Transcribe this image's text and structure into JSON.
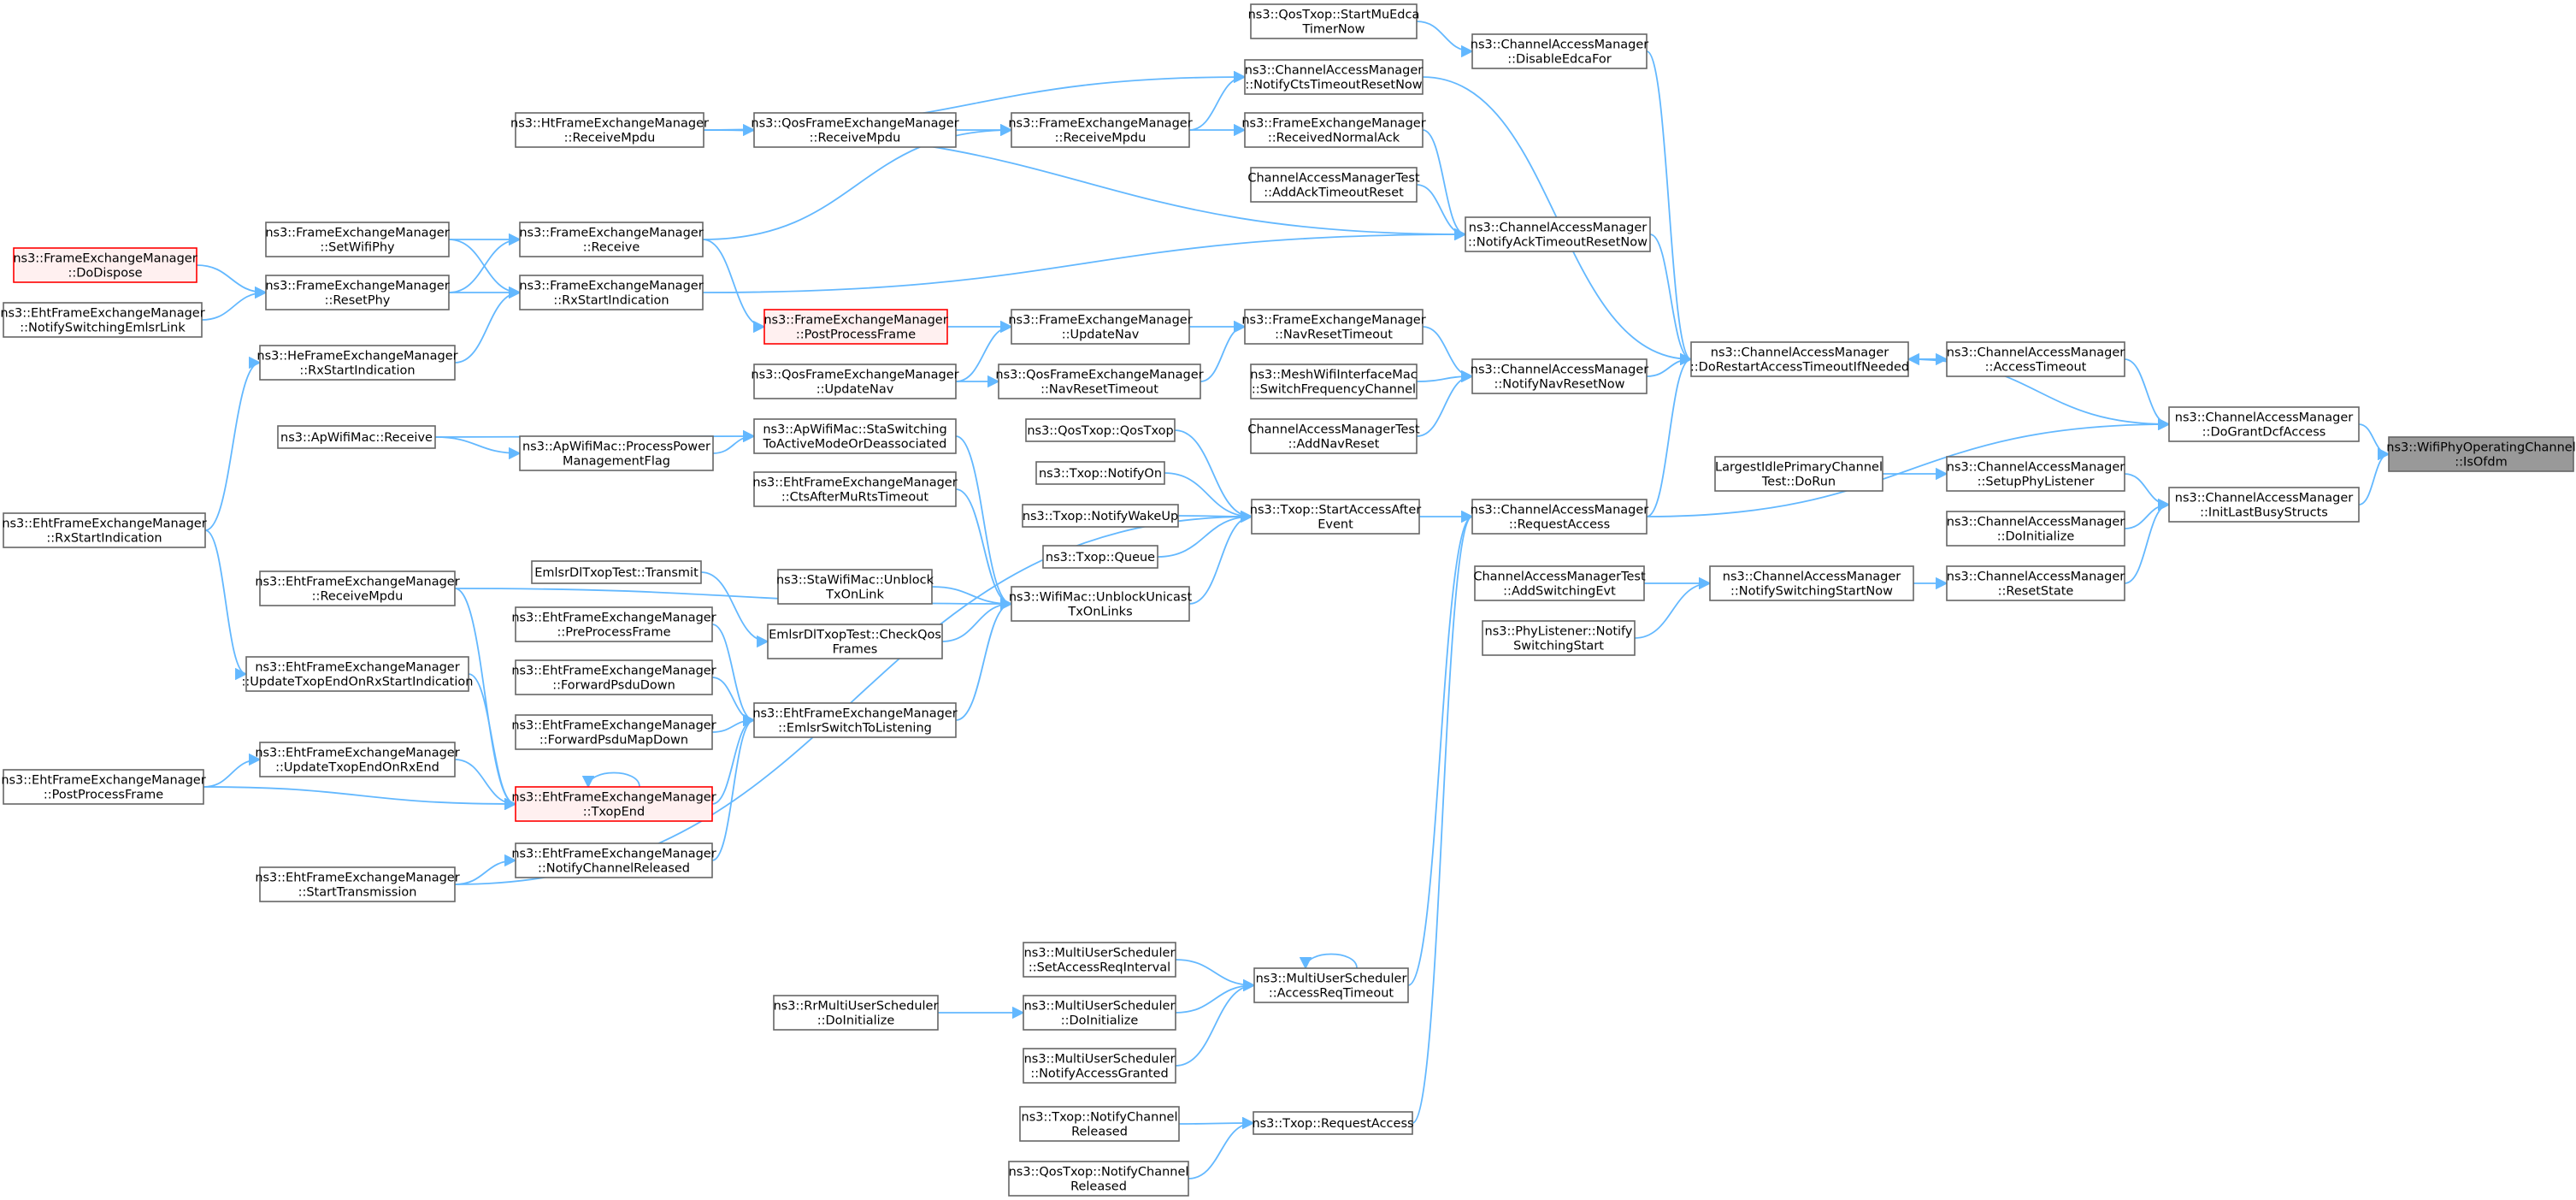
{
  "title": "",
  "nodes": [
    {
      "id": "isofdm",
      "lines": [
        "ns3::WifiPhyOperatingChannel",
        "::IsOfdm"
      ],
      "style": "root"
    },
    {
      "id": "dogrant",
      "lines": [
        "ns3::ChannelAccessManager",
        "::DoGrantDcfAccess"
      ],
      "style": "normal"
    },
    {
      "id": "initlast",
      "lines": [
        "ns3::ChannelAccessManager",
        "::InitLastBusyStructs"
      ],
      "style": "normal"
    },
    {
      "id": "accesstimeout",
      "lines": [
        "ns3::ChannelAccessManager",
        "::AccessTimeout"
      ],
      "style": "normal"
    },
    {
      "id": "dorestart",
      "lines": [
        "ns3::ChannelAccessManager",
        "::DoRestartAccessTimeoutIfNeeded"
      ],
      "style": "normal"
    },
    {
      "id": "setupphy",
      "lines": [
        "ns3::ChannelAccessManager",
        "::SetupPhyListener"
      ],
      "style": "normal"
    },
    {
      "id": "doinit_cam",
      "lines": [
        "ns3::ChannelAccessManager",
        "::DoInitialize"
      ],
      "style": "normal"
    },
    {
      "id": "resetstate",
      "lines": [
        "ns3::ChannelAccessManager",
        "::ResetState"
      ],
      "style": "normal"
    },
    {
      "id": "largestidle",
      "lines": [
        "LargestIdlePrimaryChannel",
        "Test::DoRun"
      ],
      "style": "normal"
    },
    {
      "id": "notifyswitch",
      "lines": [
        "ns3::ChannelAccessManager",
        "::NotifySwitchingStartNow"
      ],
      "style": "normal"
    },
    {
      "id": "camtest_switch",
      "lines": [
        "ChannelAccessManagerTest",
        "::AddSwitchingEvt"
      ],
      "style": "normal"
    },
    {
      "id": "phylistener",
      "lines": [
        "ns3::PhyListener::Notify",
        "SwitchingStart"
      ],
      "style": "normal"
    },
    {
      "id": "disableedca",
      "lines": [
        "ns3::ChannelAccessManager",
        "::DisableEdcaFor"
      ],
      "style": "normal"
    },
    {
      "id": "notifyackreset",
      "lines": [
        "ns3::ChannelAccessManager",
        "::NotifyAckTimeoutResetNow"
      ],
      "style": "normal"
    },
    {
      "id": "notifynavreset",
      "lines": [
        "ns3::ChannelAccessManager",
        "::NotifyNavResetNow"
      ],
      "style": "normal"
    },
    {
      "id": "requestaccess_cam",
      "lines": [
        "ns3::ChannelAccessManager",
        "::RequestAccess"
      ],
      "style": "normal"
    },
    {
      "id": "startmuedca",
      "lines": [
        "ns3::QosTxop::StartMuEdca",
        "TimerNow"
      ],
      "style": "normal"
    },
    {
      "id": "notifyctsreset",
      "lines": [
        "ns3::ChannelAccessManager",
        "::NotifyCtsTimeoutResetNow"
      ],
      "style": "normal"
    },
    {
      "id": "recvnormalack",
      "lines": [
        "ns3::FrameExchangeManager",
        "::ReceivedNormalAck"
      ],
      "style": "normal"
    },
    {
      "id": "camtest_ack",
      "lines": [
        "ChannelAccessManagerTest",
        "::AddAckTimeoutReset"
      ],
      "style": "normal"
    },
    {
      "id": "navresettimeout",
      "lines": [
        "ns3::FrameExchangeManager",
        "::NavResetTimeout"
      ],
      "style": "normal"
    },
    {
      "id": "meshswitch",
      "lines": [
        "ns3::MeshWifiInterfaceMac",
        "::SwitchFrequencyChannel"
      ],
      "style": "normal"
    },
    {
      "id": "camtest_nav",
      "lines": [
        "ChannelAccessManagerTest",
        "::AddNavReset"
      ],
      "style": "normal"
    },
    {
      "id": "startaccessafter",
      "lines": [
        "ns3::Txop::StartAccessAfter",
        "Event"
      ],
      "style": "normal"
    },
    {
      "id": "muaccessreq",
      "lines": [
        "ns3::MultiUserScheduler",
        "::AccessReqTimeout"
      ],
      "style": "normal"
    },
    {
      "id": "txop_requestaccess",
      "lines": [
        "ns3::Txop::RequestAccess"
      ],
      "style": "normal"
    },
    {
      "id": "fem_recvmpdu",
      "lines": [
        "ns3::FrameExchangeManager",
        "::ReceiveMpdu"
      ],
      "style": "normal"
    },
    {
      "id": "fem_updatenav",
      "lines": [
        "ns3::FrameExchangeManager",
        "::UpdateNav"
      ],
      "style": "normal"
    },
    {
      "id": "qfem_navreset",
      "lines": [
        "ns3::QosFrameExchangeManager",
        "::NavResetTimeout"
      ],
      "style": "normal"
    },
    {
      "id": "qosqostxop",
      "lines": [
        "ns3::QosTxop::QosTxop"
      ],
      "style": "normal"
    },
    {
      "id": "txopnotifyon",
      "lines": [
        "ns3::Txop::NotifyOn"
      ],
      "style": "normal"
    },
    {
      "id": "txopwakeup",
      "lines": [
        "ns3::Txop::NotifyWakeUp"
      ],
      "style": "normal"
    },
    {
      "id": "txopqueue",
      "lines": [
        "ns3::Txop::Queue"
      ],
      "style": "normal"
    },
    {
      "id": "unblock",
      "lines": [
        "ns3::WifiMac::UnblockUnicast",
        "TxOnLinks"
      ],
      "style": "normal"
    },
    {
      "id": "mus_setaccess",
      "lines": [
        "ns3::MultiUserScheduler",
        "::SetAccessReqInterval"
      ],
      "style": "normal"
    },
    {
      "id": "mus_doinit",
      "lines": [
        "ns3::MultiUserScheduler",
        "::DoInitialize"
      ],
      "style": "normal"
    },
    {
      "id": "mus_notifygranted",
      "lines": [
        "ns3::MultiUserScheduler",
        "::NotifyAccessGranted"
      ],
      "style": "normal"
    },
    {
      "id": "txop_notifyreleased",
      "lines": [
        "ns3::Txop::NotifyChannel",
        "Released"
      ],
      "style": "normal"
    },
    {
      "id": "qostxop_notifyreleased",
      "lines": [
        "ns3::QosTxop::NotifyChannel",
        "Released"
      ],
      "style": "normal"
    },
    {
      "id": "rrmus_doinit",
      "lines": [
        "ns3::RrMultiUserScheduler",
        "::DoInitialize"
      ],
      "style": "normal"
    },
    {
      "id": "ht_recvmpdu",
      "lines": [
        "ns3::HtFrameExchangeManager",
        "::ReceiveMpdu"
      ],
      "style": "normal"
    },
    {
      "id": "qfem_recvmpdu",
      "lines": [
        "ns3::QosFrameExchangeManager",
        "::ReceiveMpdu"
      ],
      "style": "normal"
    },
    {
      "id": "fem_receive",
      "lines": [
        "ns3::FrameExchangeManager",
        "::Receive"
      ],
      "style": "normal"
    },
    {
      "id": "fem_rxstart",
      "lines": [
        "ns3::FrameExchangeManager",
        "::RxStartIndication"
      ],
      "style": "normal"
    },
    {
      "id": "fem_postprocess",
      "lines": [
        "ns3::FrameExchangeManager",
        "::PostProcessFrame"
      ],
      "style": "red"
    },
    {
      "id": "qfem_updatenav",
      "lines": [
        "ns3::QosFrameExchangeManager",
        "::UpdateNav"
      ],
      "style": "normal"
    },
    {
      "id": "apmac_sta",
      "lines": [
        "ns3::ApWifiMac::StaSwitching",
        "ToActiveModeOrDeassociated"
      ],
      "style": "normal"
    },
    {
      "id": "eht_ctsafter",
      "lines": [
        "ns3::EhtFrameExchangeManager",
        "::CtsAfterMuRtsTimeout"
      ],
      "style": "normal"
    },
    {
      "id": "sta_unblock",
      "lines": [
        "ns3::StaWifiMac::Unblock",
        "TxOnLink"
      ],
      "style": "normal"
    },
    {
      "id": "emlsr_checkqos",
      "lines": [
        "EmlsrDlTxopTest::CheckQos",
        "Frames"
      ],
      "style": "normal"
    },
    {
      "id": "eht_switchlisten",
      "lines": [
        "ns3::EhtFrameExchangeManager",
        "::EmlsrSwitchToListening"
      ],
      "style": "normal"
    },
    {
      "id": "fem_setwifiphy",
      "lines": [
        "ns3::FrameExchangeManager",
        "::SetWifiPhy"
      ],
      "style": "normal"
    },
    {
      "id": "fem_resetphy",
      "lines": [
        "ns3::FrameExchangeManager",
        "::ResetPhy"
      ],
      "style": "normal"
    },
    {
      "id": "he_rxstart",
      "lines": [
        "ns3::HeFrameExchangeManager",
        "::RxStartIndication"
      ],
      "style": "normal"
    },
    {
      "id": "apmac_receive",
      "lines": [
        "ns3::ApWifiMac::Receive"
      ],
      "style": "normal"
    },
    {
      "id": "apmac_power",
      "lines": [
        "ns3::ApWifiMac::ProcessPower",
        "ManagementFlag"
      ],
      "style": "normal"
    },
    {
      "id": "emlsr_transmit",
      "lines": [
        "EmlsrDlTxopTest::Transmit"
      ],
      "style": "normal"
    },
    {
      "id": "eht_preprocess",
      "lines": [
        "ns3::EhtFrameExchangeManager",
        "::PreProcessFrame"
      ],
      "style": "normal"
    },
    {
      "id": "eht_fwdpsdu",
      "lines": [
        "ns3::EhtFrameExchangeManager",
        "::ForwardPsduDown"
      ],
      "style": "normal"
    },
    {
      "id": "eht_fwdpsdumap",
      "lines": [
        "ns3::EhtFrameExchangeManager",
        "::ForwardPsduMapDown"
      ],
      "style": "normal"
    },
    {
      "id": "eht_txopend",
      "lines": [
        "ns3::EhtFrameExchangeManager",
        "::TxopEnd"
      ],
      "style": "red"
    },
    {
      "id": "eht_notifyreleased",
      "lines": [
        "ns3::EhtFrameExchangeManager",
        "::NotifyChannelReleased"
      ],
      "style": "normal"
    },
    {
      "id": "eht_recvmpdu",
      "lines": [
        "ns3::EhtFrameExchangeManager",
        "::ReceiveMpdu"
      ],
      "style": "normal"
    },
    {
      "id": "eht_updaterxstart",
      "lines": [
        "ns3::EhtFrameExchangeManager",
        "::UpdateTxopEndOnRxStartIndication"
      ],
      "style": "normal"
    },
    {
      "id": "eht_updaterxend",
      "lines": [
        "ns3::EhtFrameExchangeManager",
        "::UpdateTxopEndOnRxEnd"
      ],
      "style": "normal"
    },
    {
      "id": "eht_starttx",
      "lines": [
        "ns3::EhtFrameExchangeManager",
        "::StartTransmission"
      ],
      "style": "normal"
    },
    {
      "id": "fem_dodispose",
      "lines": [
        "ns3::FrameExchangeManager",
        "::DoDispose"
      ],
      "style": "red"
    },
    {
      "id": "eht_notifyemlsr",
      "lines": [
        "ns3::EhtFrameExchangeManager",
        "::NotifySwitchingEmlsrLink"
      ],
      "style": "normal"
    },
    {
      "id": "eht_rxstart",
      "lines": [
        "ns3::EhtFrameExchangeManager",
        "::RxStartIndication"
      ],
      "style": "normal"
    },
    {
      "id": "eht_postprocess",
      "lines": [
        "ns3::EhtFrameExchangeManager",
        "::PostProcessFrame"
      ],
      "style": "normal"
    }
  ],
  "edges": [
    {
      "from": "dogrant",
      "to": "isofdm"
    },
    {
      "from": "initlast",
      "to": "isofdm"
    },
    {
      "from": "accesstimeout",
      "to": "dogrant"
    },
    {
      "from": "dorestart",
      "to": "dogrant"
    },
    {
      "from": "requestaccess_cam",
      "to": "dogrant"
    },
    {
      "from": "setupphy",
      "to": "initlast"
    },
    {
      "from": "doinit_cam",
      "to": "initlast"
    },
    {
      "from": "resetstate",
      "to": "initlast"
    },
    {
      "from": "dorestart",
      "to": "accesstimeout"
    },
    {
      "from": "accesstimeout",
      "to": "dorestart"
    },
    {
      "from": "disableedca",
      "to": "dorestart"
    },
    {
      "from": "notifyctsreset",
      "to": "dorestart"
    },
    {
      "from": "notifyackreset",
      "to": "dorestart"
    },
    {
      "from": "notifynavreset",
      "to": "dorestart"
    },
    {
      "from": "requestaccess_cam",
      "to": "dorestart"
    },
    {
      "from": "largestidle",
      "to": "setupphy"
    },
    {
      "from": "notifyswitch",
      "to": "resetstate"
    },
    {
      "from": "camtest_switch",
      "to": "notifyswitch"
    },
    {
      "from": "phylistener",
      "to": "notifyswitch"
    },
    {
      "from": "startmuedca",
      "to": "disableedca"
    },
    {
      "from": "recvnormalack",
      "to": "notifyackreset"
    },
    {
      "from": "camtest_ack",
      "to": "notifyackreset"
    },
    {
      "from": "ht_recvmpdu",
      "to": "notifyackreset"
    },
    {
      "from": "fem_rxstart",
      "to": "notifyackreset"
    },
    {
      "from": "navresettimeout",
      "to": "notifynavreset"
    },
    {
      "from": "meshswitch",
      "to": "notifynavreset"
    },
    {
      "from": "camtest_nav",
      "to": "notifynavreset"
    },
    {
      "from": "startaccessafter",
      "to": "requestaccess_cam"
    },
    {
      "from": "muaccessreq",
      "to": "requestaccess_cam"
    },
    {
      "from": "txop_requestaccess",
      "to": "requestaccess_cam"
    },
    {
      "from": "fem_recvmpdu",
      "to": "notifyctsreset"
    },
    {
      "from": "ht_recvmpdu",
      "to": "notifyctsreset"
    },
    {
      "from": "fem_recvmpdu",
      "to": "recvnormalack"
    },
    {
      "from": "fem_updatenav",
      "to": "navresettimeout"
    },
    {
      "from": "qfem_navreset",
      "to": "navresettimeout"
    },
    {
      "from": "qosqostxop",
      "to": "startaccessafter"
    },
    {
      "from": "txopnotifyon",
      "to": "startaccessafter"
    },
    {
      "from": "txopwakeup",
      "to": "startaccessafter"
    },
    {
      "from": "txopqueue",
      "to": "startaccessafter"
    },
    {
      "from": "unblock",
      "to": "startaccessafter"
    },
    {
      "from": "eht_starttx",
      "to": "startaccessafter"
    },
    {
      "from": "muaccessreq",
      "to": "muaccessreq"
    },
    {
      "from": "mus_setaccess",
      "to": "muaccessreq"
    },
    {
      "from": "mus_doinit",
      "to": "muaccessreq"
    },
    {
      "from": "mus_notifygranted",
      "to": "muaccessreq"
    },
    {
      "from": "txop_notifyreleased",
      "to": "txop_requestaccess"
    },
    {
      "from": "qostxop_notifyreleased",
      "to": "txop_requestaccess"
    },
    {
      "from": "rrmus_doinit",
      "to": "mus_doinit"
    },
    {
      "from": "qfem_recvmpdu",
      "to": "fem_recvmpdu"
    },
    {
      "from": "fem_receive",
      "to": "fem_recvmpdu"
    },
    {
      "from": "ht_recvmpdu",
      "to": "qfem_recvmpdu"
    },
    {
      "from": "fem_postprocess",
      "to": "fem_updatenav"
    },
    {
      "from": "qfem_updatenav",
      "to": "fem_updatenav"
    },
    {
      "from": "qfem_updatenav",
      "to": "qfem_navreset"
    },
    {
      "from": "fem_receive",
      "to": "fem_postprocess"
    },
    {
      "from": "fem_setwifiphy",
      "to": "fem_receive"
    },
    {
      "from": "fem_resetphy",
      "to": "fem_receive"
    },
    {
      "from": "fem_setwifiphy",
      "to": "fem_rxstart"
    },
    {
      "from": "fem_resetphy",
      "to": "fem_rxstart"
    },
    {
      "from": "he_rxstart",
      "to": "fem_rxstart"
    },
    {
      "from": "fem_dodispose",
      "to": "fem_resetphy"
    },
    {
      "from": "eht_notifyemlsr",
      "to": "fem_resetphy"
    },
    {
      "from": "eht_rxstart",
      "to": "he_rxstart"
    },
    {
      "from": "apmac_sta",
      "to": "unblock"
    },
    {
      "from": "eht_ctsafter",
      "to": "unblock"
    },
    {
      "from": "sta_unblock",
      "to": "unblock"
    },
    {
      "from": "emlsr_checkqos",
      "to": "unblock"
    },
    {
      "from": "eht_switchlisten",
      "to": "unblock"
    },
    {
      "from": "eht_recvmpdu",
      "to": "unblock"
    },
    {
      "from": "apmac_receive",
      "to": "apmac_sta"
    },
    {
      "from": "apmac_receive",
      "to": "apmac_power"
    },
    {
      "from": "apmac_power",
      "to": "apmac_sta"
    },
    {
      "from": "emlsr_transmit",
      "to": "emlsr_checkqos"
    },
    {
      "from": "eht_preprocess",
      "to": "eht_switchlisten"
    },
    {
      "from": "eht_fwdpsdu",
      "to": "eht_switchlisten"
    },
    {
      "from": "eht_fwdpsdumap",
      "to": "eht_switchlisten"
    },
    {
      "from": "eht_txopend",
      "to": "eht_switchlisten"
    },
    {
      "from": "eht_notifyreleased",
      "to": "eht_switchlisten"
    },
    {
      "from": "eht_txopend",
      "to": "eht_txopend"
    },
    {
      "from": "eht_recvmpdu",
      "to": "eht_txopend"
    },
    {
      "from": "eht_updaterxstart",
      "to": "eht_txopend"
    },
    {
      "from": "eht_updaterxend",
      "to": "eht_txopend"
    },
    {
      "from": "eht_postprocess",
      "to": "eht_txopend"
    },
    {
      "from": "eht_starttx",
      "to": "eht_notifyreleased"
    },
    {
      "from": "eht_rxstart",
      "to": "eht_updaterxstart"
    },
    {
      "from": "eht_postprocess",
      "to": "eht_updaterxend"
    }
  ],
  "colors": {
    "edge": "#63b8ff",
    "node_border": "#666666",
    "highlight_border": "#ff0000",
    "highlight_fill": "#fff0f0",
    "root_fill": "#999999"
  }
}
